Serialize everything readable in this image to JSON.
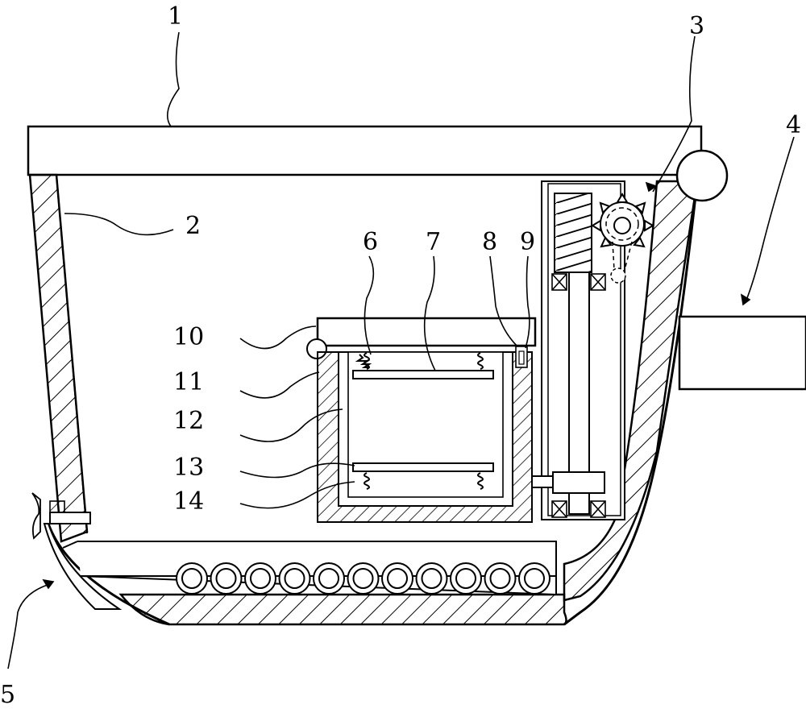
{
  "figure": {
    "labels": {
      "l1": "1",
      "l2": "2",
      "l3": "3",
      "l4": "4",
      "l5": "5",
      "l6": "6",
      "l7": "7",
      "l8": "8",
      "l9": "9",
      "l10": "10",
      "l11": "11",
      "l12": "12",
      "l13": "13",
      "l14": "14"
    },
    "roller_count": 11,
    "colors": {
      "stroke": "#000000",
      "background": "#ffffff"
    }
  }
}
